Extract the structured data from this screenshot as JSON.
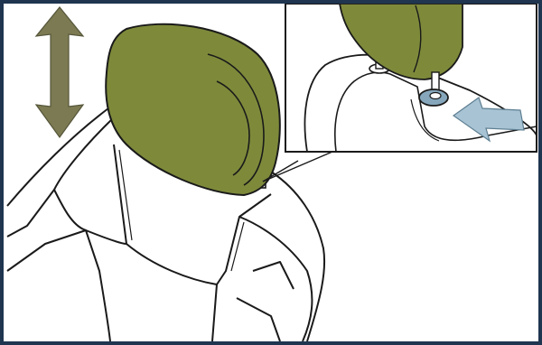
{
  "figure": {
    "kind": "headrest-adjustment-illustration",
    "colors": {
      "frame": "#1f3550",
      "headrest_fill": "#7e8a3a",
      "adjust_arrow_fill": "#7b7a52",
      "push_arrow_fill": "#a7c3d4",
      "release_button_fill": "#86a7bb",
      "line": "#1a1a1a",
      "background": "#ffffff"
    },
    "icons": {
      "vertical_adjust": "double-headed-vertical-arrow",
      "push_direction": "push-arrow"
    },
    "inset": {
      "shows": "release-button-detail"
    }
  }
}
